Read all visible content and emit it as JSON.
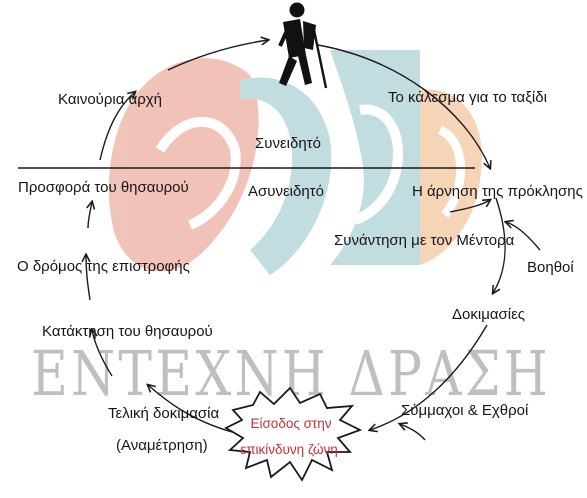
{
  "diagram": {
    "conscious": "Συνειδητό",
    "unconscious": "Ασυνειδητό",
    "stages": {
      "call": "Το κάλεσμα για το ταξίδι",
      "refusal": "Η άρνηση της πρόκλησης",
      "mentor": "Συνάντηση με τον Μέντορα",
      "helpers": "Βοηθοί",
      "trials": "Δοκιμασίες",
      "allies": "Σύμμαχοι & Εχθροί",
      "danger_line1": "Είσοδος στην",
      "danger_line2": "επικίνδυνη ζώνη",
      "final_line1": "Τελική δοκιμασία",
      "final_line2": "(Αναμέτρηση)",
      "seizure": "Κατάκτηση του θησαυρού",
      "road_back": "Ο δρόμος της επιστροφής",
      "offering": "Προσφορά του θησαυρού",
      "new_beginning": "Καινούρια αρχή"
    },
    "watermark": "ΕΝΤΕΧΝΗ ΔΡΑΣΗ",
    "icons": {
      "hiker": "hiker-icon",
      "explosion": "explosion-burst-icon"
    },
    "colors": {
      "watermark_red": "#e6937f",
      "watermark_teal": "#8fc3c6",
      "watermark_orange": "#f0b27d",
      "danger_text": "#c0323a",
      "lines": "#1a1a1a"
    }
  }
}
